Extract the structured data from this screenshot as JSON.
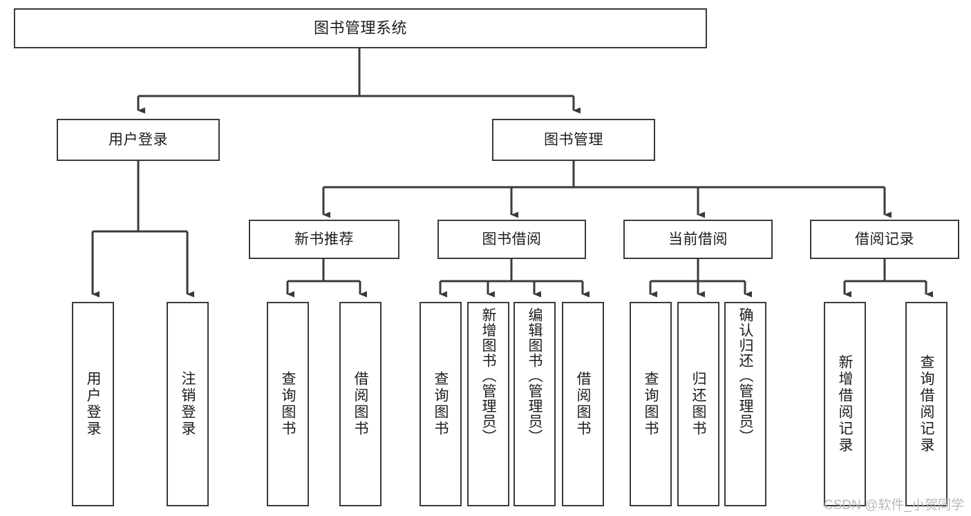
{
  "diagram": {
    "title": "图书管理系统",
    "type": "tree-hierarchy-diagram",
    "watermark": "CSDN @软件_小贺同学",
    "colors": {
      "background": "#ffffff",
      "box_border": "#3a3a3a",
      "connector": "#3a3a3a",
      "text": "#1d1d1d",
      "watermark": "#b9b9b9"
    },
    "nodes": {
      "root": {
        "label": "图书管理系统"
      },
      "level1": [
        {
          "label": "用户登录"
        },
        {
          "label": "图书管理"
        }
      ],
      "level2": [
        {
          "label": "新书推荐"
        },
        {
          "label": "图书借阅"
        },
        {
          "label": "当前借阅"
        },
        {
          "label": "借阅记录"
        }
      ],
      "leaves": {
        "user_login": [
          {
            "label": "用户登录"
          },
          {
            "label": "注销登录"
          }
        ],
        "new_book_recommend": [
          {
            "label": "查询图书"
          },
          {
            "label": "借阅图书"
          }
        ],
        "book_borrow": [
          {
            "label": "查询图书"
          },
          {
            "label": "新增图书（管理员）"
          },
          {
            "label": "编辑图书（管理员）"
          },
          {
            "label": "借阅图书"
          }
        ],
        "current_borrow": [
          {
            "label": "查询图书"
          },
          {
            "label": "归还图书"
          },
          {
            "label": "确认归还（管理员）"
          }
        ],
        "borrow_record": [
          {
            "label": "新增借阅记录"
          },
          {
            "label": "查询借阅记录"
          }
        ]
      }
    }
  }
}
